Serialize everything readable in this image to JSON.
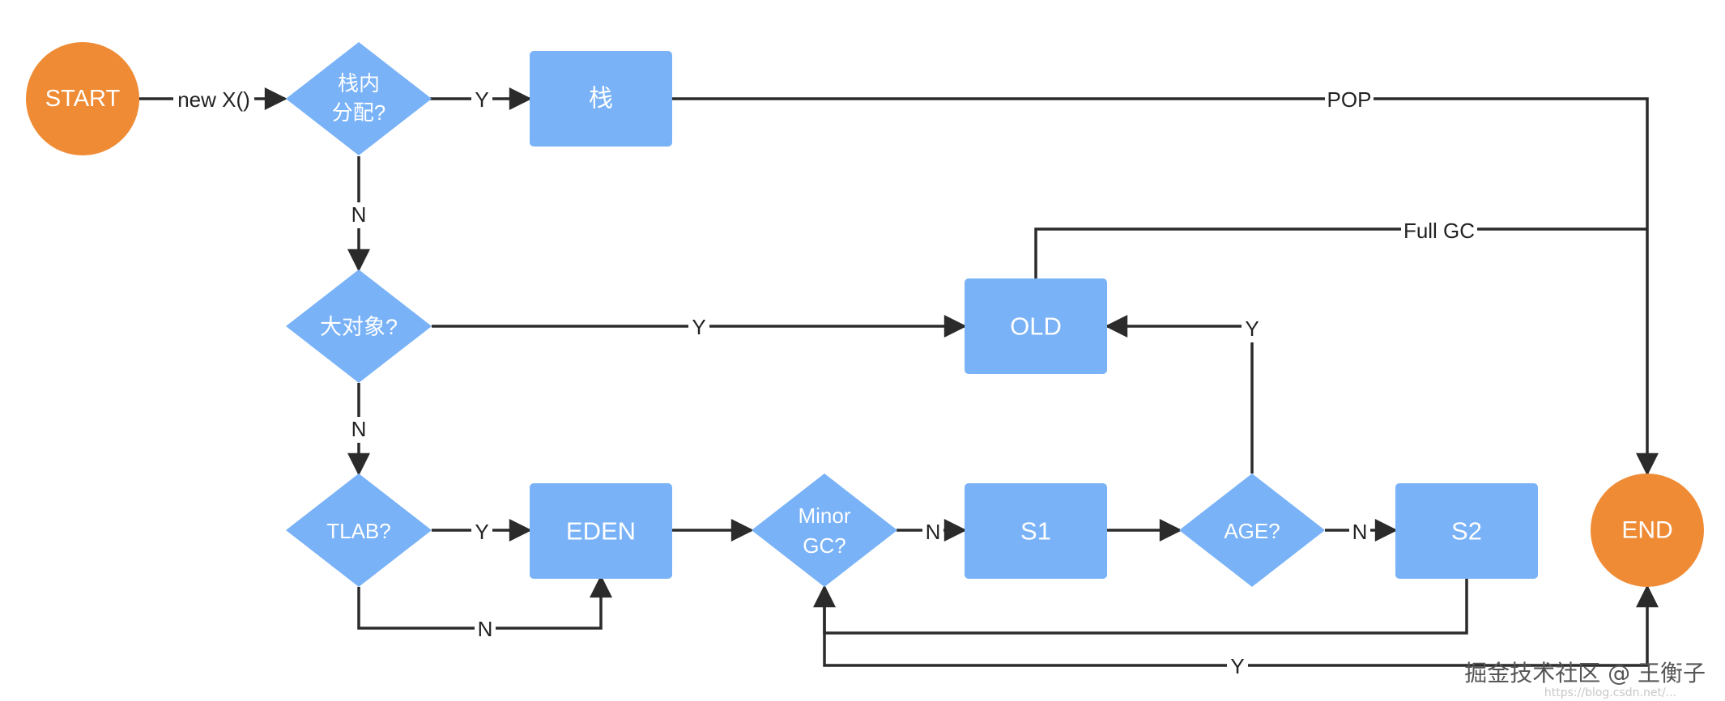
{
  "nodes": {
    "start": "START",
    "stack_q": [
      "栈内",
      "分配?"
    ],
    "stack": "栈",
    "big_q": "大对象?",
    "old": "OLD",
    "tlab_q": "TLAB?",
    "eden": "EDEN",
    "minor_q": [
      "Minor",
      "GC?"
    ],
    "s1": "S1",
    "age_q": "AGE?",
    "s2": "S2",
    "end": "END"
  },
  "edges": {
    "new_x": "new X()",
    "stack_y": "Y",
    "pop": "POP",
    "stack_n": "N",
    "full_gc": "Full GC",
    "big_y": "Y",
    "big_n": "N",
    "age_y": "Y",
    "tlab_y": "Y",
    "tlab_n": "N",
    "minor_n": "N",
    "age_n": "N",
    "minor_y": "Y"
  },
  "colors": {
    "terminal": "#ef8b35",
    "process": "#79b2f7",
    "line": "#2b2b2b"
  },
  "watermark": {
    "text": "掘金技术社区 @ 王衡子",
    "url": "https://blog.csdn.net/..."
  }
}
